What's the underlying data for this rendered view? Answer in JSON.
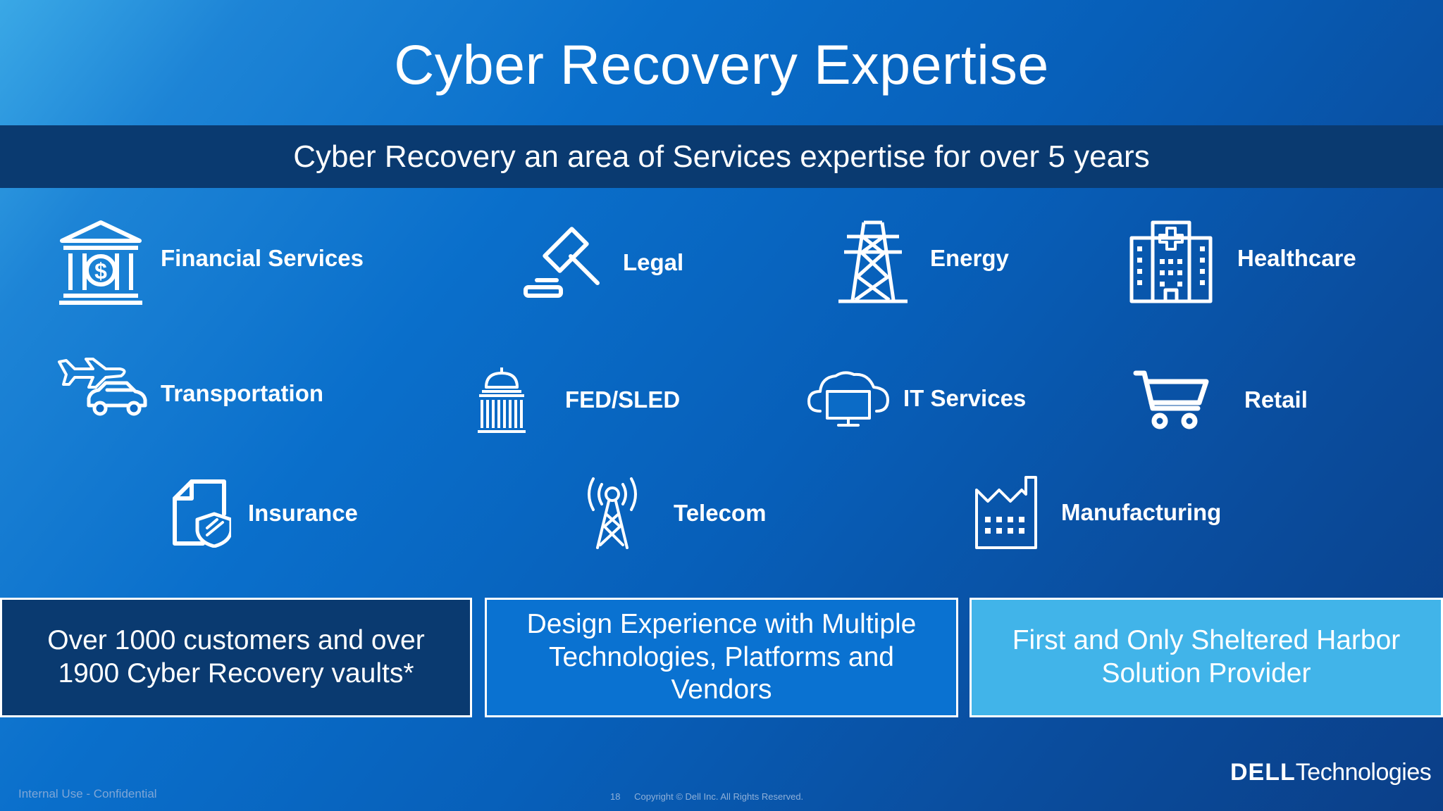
{
  "slide": {
    "title": "Cyber Recovery Expertise",
    "banner": "Cyber Recovery an area of Services expertise for over 5 years"
  },
  "industries": [
    {
      "label": "Financial Services",
      "icon": "bank-icon"
    },
    {
      "label": "Legal",
      "icon": "gavel-icon"
    },
    {
      "label": "Energy",
      "icon": "power-tower-icon"
    },
    {
      "label": "Healthcare",
      "icon": "hospital-icon"
    },
    {
      "label": "Transportation",
      "icon": "plane-car-icon"
    },
    {
      "label": "FED/SLED",
      "icon": "capitol-icon"
    },
    {
      "label": "IT Services",
      "icon": "cloud-monitor-icon"
    },
    {
      "label": "Retail",
      "icon": "shopping-cart-icon"
    },
    {
      "label": "Insurance",
      "icon": "document-shield-icon"
    },
    {
      "label": "Telecom",
      "icon": "cell-tower-icon"
    },
    {
      "label": "Manufacturing",
      "icon": "factory-icon"
    }
  ],
  "highlights": [
    {
      "lines": [
        "Over 1000 customers and over",
        "1900 Cyber Recovery vaults*"
      ],
      "color": "#0a3a70"
    },
    {
      "lines": [
        "Design Experience with Multiple",
        "Technologies, Platforms and",
        "Vendors"
      ],
      "color": "#0a72d1"
    },
    {
      "lines": [
        "First and Only Sheltered Harbor",
        "Solution Provider"
      ],
      "color": "#41b4e9"
    }
  ],
  "footer": {
    "classification": "Internal Use - Confidential",
    "page_number": "18",
    "copyright": "Copyright © Dell Inc. All Rights Reserved.",
    "logo_dell": "DELL",
    "logo_technologies": "Technologies"
  }
}
